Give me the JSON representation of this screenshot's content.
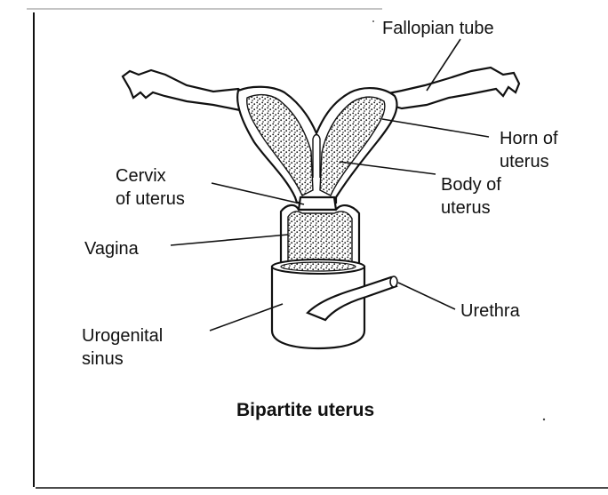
{
  "labels": {
    "fallopian_tube": "Fallopian tube",
    "horn_line1": "Horn of",
    "horn_line2": "uterus",
    "body_line1": "Body of",
    "body_line2": "uterus",
    "cervix_line1": "Cervix",
    "cervix_line2": "of uterus",
    "vagina": "Vagina",
    "urethra": "Urethra",
    "urogenital_line1": "Urogenital",
    "urogenital_line2": "sinus"
  },
  "caption": "Bipartite uterus"
}
